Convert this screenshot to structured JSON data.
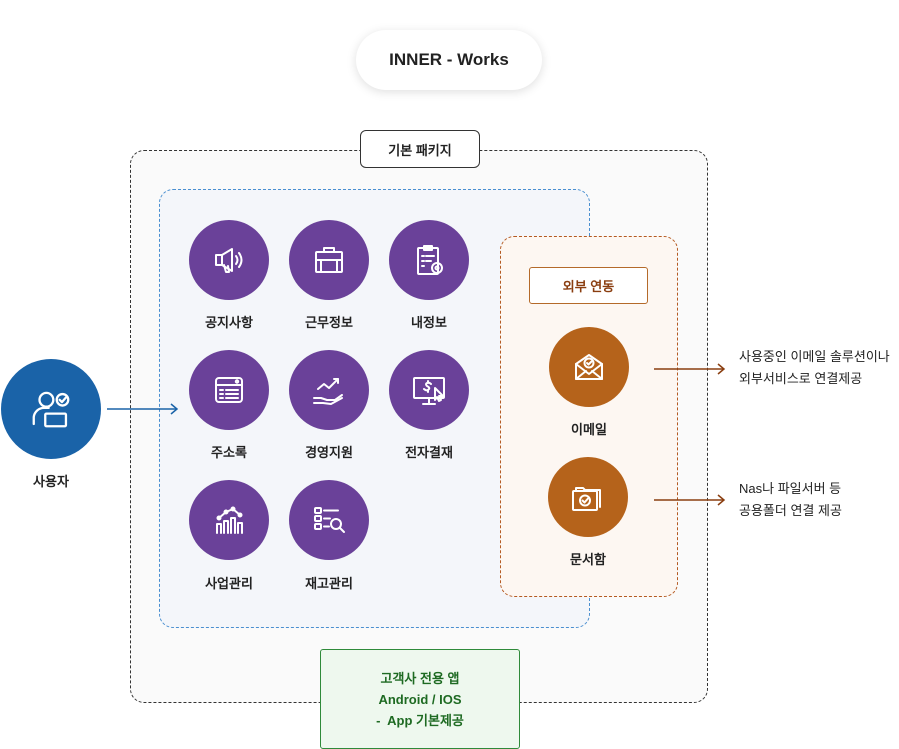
{
  "title": "INNER - Works",
  "package_label": "기본 패키지",
  "user": {
    "label": "사용자",
    "icon": "user-laptop-icon"
  },
  "modules": [
    {
      "label": "공지사항",
      "icon": "megaphone-icon"
    },
    {
      "label": "근무정보",
      "icon": "briefcase-icon"
    },
    {
      "label": "내정보",
      "icon": "clipboard-gear-icon"
    },
    {
      "label": "주소록",
      "icon": "address-list-icon"
    },
    {
      "label": "경영지원",
      "icon": "growth-hand-icon"
    },
    {
      "label": "전자결재",
      "icon": "payment-screen-icon"
    },
    {
      "label": "사업관리",
      "icon": "bar-chart-icon"
    },
    {
      "label": "재고관리",
      "icon": "inventory-search-icon"
    }
  ],
  "external": {
    "label": "외부 연동",
    "items": [
      {
        "label": "이메일",
        "icon": "mail-check-icon",
        "note": [
          "사용중인 이메일 솔루션이나",
          "외부서비스로 연결제공"
        ]
      },
      {
        "label": "문서함",
        "icon": "folder-check-icon",
        "note": [
          "Nas나 파일서버 등",
          "공용폴더 연결 제공"
        ]
      }
    ]
  },
  "app": {
    "lines": [
      "고객사 전용 앱",
      "Android / IOS",
      "-  App 기본제공"
    ]
  },
  "colors": {
    "module_purple": "#6a4199",
    "external_brown": "#b5631b",
    "user_blue": "#1a63a8",
    "app_green": "#2f8a3a"
  }
}
